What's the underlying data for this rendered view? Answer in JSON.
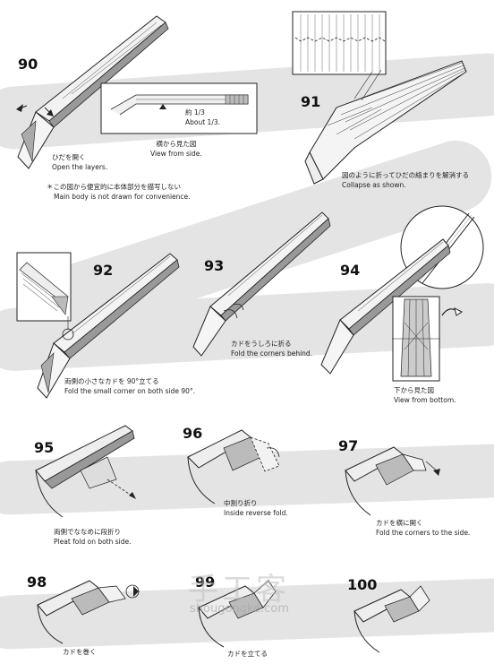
{
  "steps": {
    "s90": {
      "number": "90",
      "caption_jp": "ひだを開く",
      "caption_en": "Open the layers.",
      "note_jp": "＊この図から便宜的に本体部分を描写しない",
      "note_en": "Main body is not drawn for convenience."
    },
    "side_view": {
      "ratio_jp": "約 1/3",
      "ratio_en": "About 1/3.",
      "caption_jp": "横から見た図",
      "caption_en": "View from side."
    },
    "s91": {
      "number": "91",
      "caption_jp": "図のように折ってひだの絡まりを解消する",
      "caption_en": "Collapse as shown."
    },
    "s92": {
      "number": "92",
      "caption_jp": "両側の小さなカドを 90°立てる",
      "caption_en": "Fold the small corner on both side 90°."
    },
    "s93": {
      "number": "93",
      "caption_jp": "カドをうしろに折る",
      "caption_en": "Fold the corners behind."
    },
    "s94": {
      "number": "94",
      "caption_jp": "下から見た図",
      "caption_en": "View from bottom."
    },
    "s95": {
      "number": "95",
      "caption_jp": "両側でななめに段折り",
      "caption_en": "Pleat fold on both side."
    },
    "s96": {
      "number": "96",
      "caption_jp": "中割り折り",
      "caption_en": "Inside reverse fold."
    },
    "s97": {
      "number": "97",
      "caption_jp": "カドを横に開く",
      "caption_en": "Fold the corners to the side."
    },
    "s98": {
      "number": "98",
      "caption_jp": "カドを巻く"
    },
    "s99": {
      "number": "99",
      "caption_jp": "カドを立てる"
    },
    "s100": {
      "number": "100"
    }
  },
  "watermark": {
    "text": "手工客",
    "url": "shougongke.com"
  }
}
